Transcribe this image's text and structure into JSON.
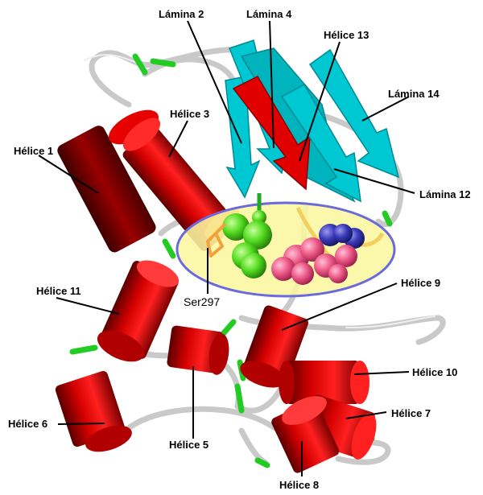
{
  "colors": {
    "helix": "#cc0000",
    "helix_dark": "#7a0000",
    "sheet": "#00c8d2",
    "sheet_red": "#e00000",
    "coil": "#c9c9c9",
    "turn": "#22cc22",
    "pocket": "#fbf7a0",
    "pocket_edge": "#6a6adc",
    "ligand_green": "#44dd22",
    "ligand_pink": "#ee5a8a",
    "ligand_blue": "#3a3ab8",
    "serine": "#f2a23a"
  },
  "labels": {
    "lamina2": "Lámina 2",
    "lamina4": "Lámina 4",
    "helice13": "Hélice 13",
    "lamina14": "Lámina 14",
    "helice3": "Hélice 3",
    "helice1": "Hélice 1",
    "lamina12": "Lámina 12",
    "helice11": "Hélice 11",
    "ser297": "Ser297",
    "helice9": "Hélice 9",
    "helice10": "Hélice 10",
    "helice7": "Hélice 7",
    "helice6": "Hélice 6",
    "helice5": "Hélice 5",
    "helice8": "Hélice 8"
  }
}
